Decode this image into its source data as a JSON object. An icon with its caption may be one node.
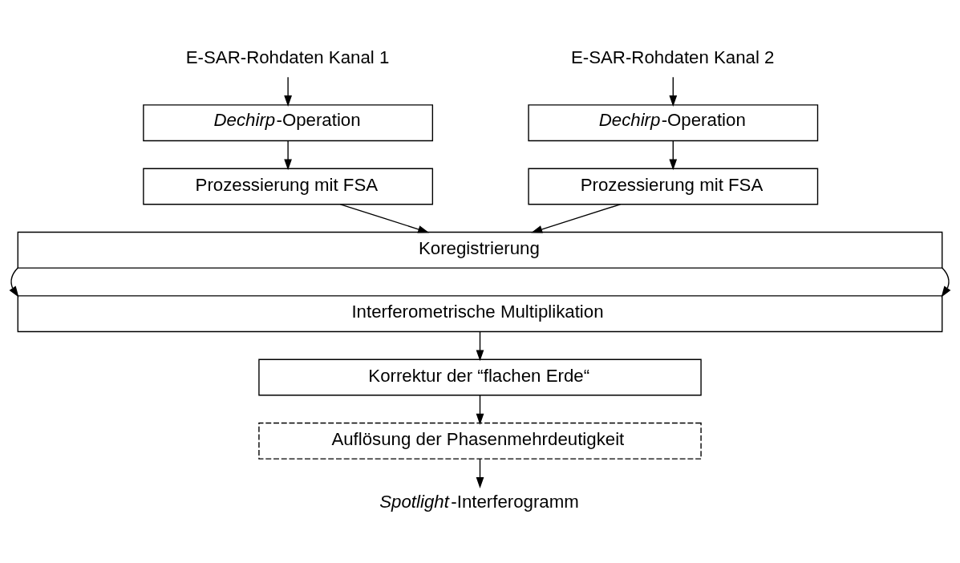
{
  "diagram": {
    "nodes": [
      {
        "text": [
          "E-SAR-Rohdaten Kanal 1"
        ]
      },
      {
        "text": [
          "E-SAR-Rohdaten Kanal 2"
        ]
      },
      {
        "text": [
          "*Dechirp*-Operation"
        ]
      },
      {
        "text": [
          "*Dechirp*-Operation"
        ]
      },
      {
        "text": [
          "Prozessierung mit FSA"
        ]
      },
      {
        "text": [
          "Prozessierung mit FSA"
        ]
      },
      {
        "text": [
          "Koregistrierung"
        ]
      },
      {
        "text": [
          "Interferometrische Multiplikation"
        ]
      },
      {
        "text": [
          "Korrektur der “flachen Erde“"
        ]
      },
      {
        "text": [
          "Auflösung der Phasenmehrdeutigkeit"
        ]
      },
      {
        "text": [
          "*Spotlight*-Interferogramm"
        ]
      }
    ],
    "edges": [
      {
        "from": 0,
        "to": 2,
        "arrow": "to"
      },
      {
        "from": 1,
        "to": 3,
        "arrow": "to"
      },
      {
        "from": 2,
        "to": 4,
        "arrow": "to"
      },
      {
        "from": 3,
        "to": 5,
        "arrow": "to"
      },
      {
        "from": 4,
        "to": 6,
        "arrow": "to"
      },
      {
        "from": 5,
        "to": 6,
        "arrow": "to"
      },
      {
        "from": 6,
        "to": 7,
        "arrow": "to"
      },
      {
        "from": 6,
        "to": 7,
        "arrow": "to"
      },
      {
        "from": 7,
        "to": 8,
        "arrow": "to"
      },
      {
        "from": 8,
        "to": 9,
        "arrow": "to"
      },
      {
        "from": 9,
        "to": 10,
        "arrow": "to"
      }
    ]
  }
}
